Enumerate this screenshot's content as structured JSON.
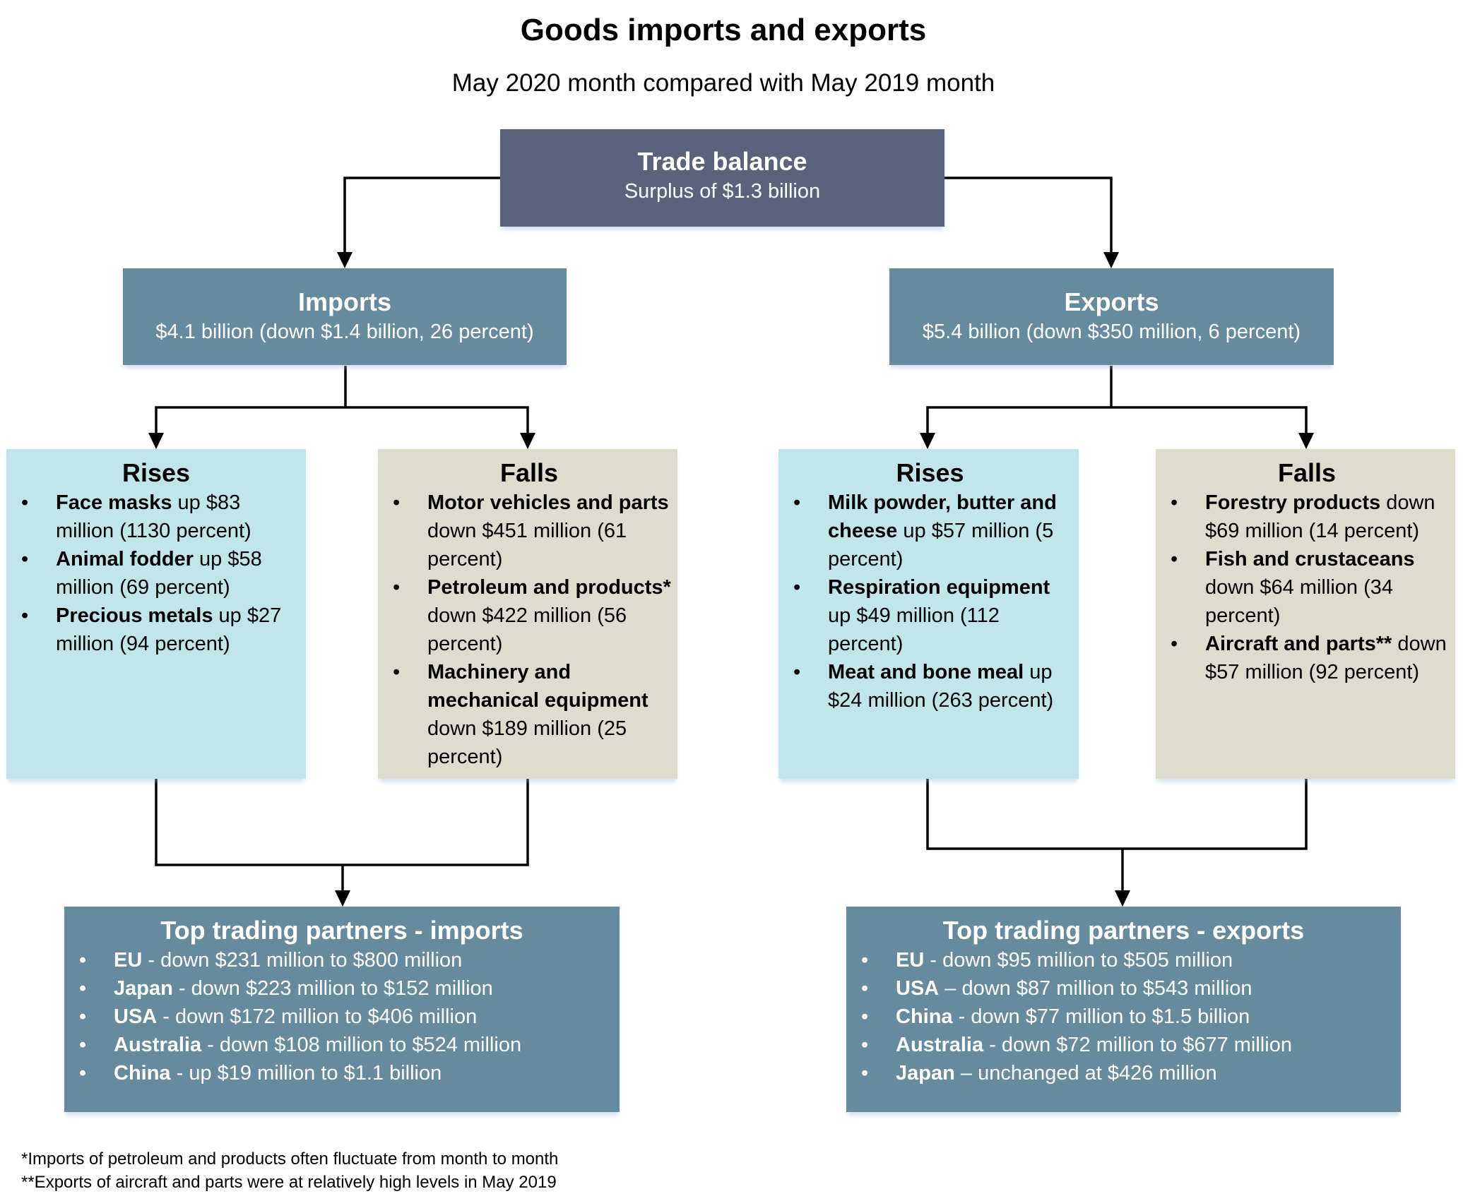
{
  "title": "Goods imports and exports",
  "subtitle": "May 2020 month compared with May 2019 month",
  "trade_balance": {
    "heading": "Trade balance",
    "value": "Surplus of $1.3 billion"
  },
  "imports": {
    "heading": "Imports",
    "value": "$4.1 billion (down $1.4 billion, 26 percent)",
    "rises": {
      "heading": "Rises",
      "items": [
        {
          "bold": "Face masks",
          "text": " up $83 million (1130 percent)"
        },
        {
          "bold": "Animal fodder",
          "text": " up $58 million (69 percent)"
        },
        {
          "bold": "Precious metals",
          "text": " up $27 million (94 percent)"
        }
      ]
    },
    "falls": {
      "heading": "Falls",
      "items": [
        {
          "bold": "Motor vehicles and parts",
          "text": " down $451 million (61 percent)"
        },
        {
          "bold": "Petroleum and products*",
          "text": " down $422 million (56 percent)"
        },
        {
          "bold": "Machinery and mechanical equipment",
          "text": " down $189 million (25 percent)"
        }
      ]
    },
    "partners": {
      "heading": "Top trading partners - imports",
      "items": [
        {
          "bold": "EU",
          "text": " - down $231 million to $800 million"
        },
        {
          "bold": "Japan",
          "text": " - down $223 million to $152 million"
        },
        {
          "bold": "USA",
          "text": " - down $172 million to $406 million"
        },
        {
          "bold": "Australia",
          "text": " - down $108 million to $524 million"
        },
        {
          "bold": "China",
          "text": " - up $19 million to $1.1 billion"
        }
      ]
    }
  },
  "exports": {
    "heading": "Exports",
    "value": "$5.4 billion (down $350 million, 6 percent)",
    "rises": {
      "heading": "Rises",
      "items": [
        {
          "bold": "Milk powder, butter and cheese",
          "text": " up $57 million (5 percent)"
        },
        {
          "bold": "Respiration equipment",
          "text": " up $49 million (112 percent)"
        },
        {
          "bold": "Meat and bone meal",
          "text": " up $24 million (263 percent)"
        }
      ]
    },
    "falls": {
      "heading": "Falls",
      "items": [
        {
          "bold": "Forestry products",
          "text": " down $69 million (14 percent)"
        },
        {
          "bold": "Fish and crustaceans",
          "text": " down $64 million (34 percent)"
        },
        {
          "bold": "Aircraft and parts**",
          "text": " down $57 million (92 percent)"
        }
      ]
    },
    "partners": {
      "heading": "Top trading partners - exports",
      "items": [
        {
          "bold": "EU",
          "text": " - down $95 million to $505 million"
        },
        {
          "bold": "USA",
          "text": " – down $87 million to $543 million"
        },
        {
          "bold": "China",
          "text": " - down $77 million to $1.5 billion"
        },
        {
          "bold": "Australia",
          "text": " - down $72 million to $677 million"
        },
        {
          "bold": "Japan",
          "text": " – unchanged at $426 million"
        }
      ]
    }
  },
  "footnotes": [
    "*Imports of petroleum and products often fluctuate from month to month",
    "**Exports of aircraft and parts were at relatively high levels in May 2019"
  ],
  "bullet_glyph": "•",
  "colors": {
    "trade_balance_box": "#5c627c",
    "imports_exports_box": "#678b9e",
    "rises_box": "#c1e6ea",
    "falls_box": "#dedccf",
    "connector": "#000000"
  }
}
